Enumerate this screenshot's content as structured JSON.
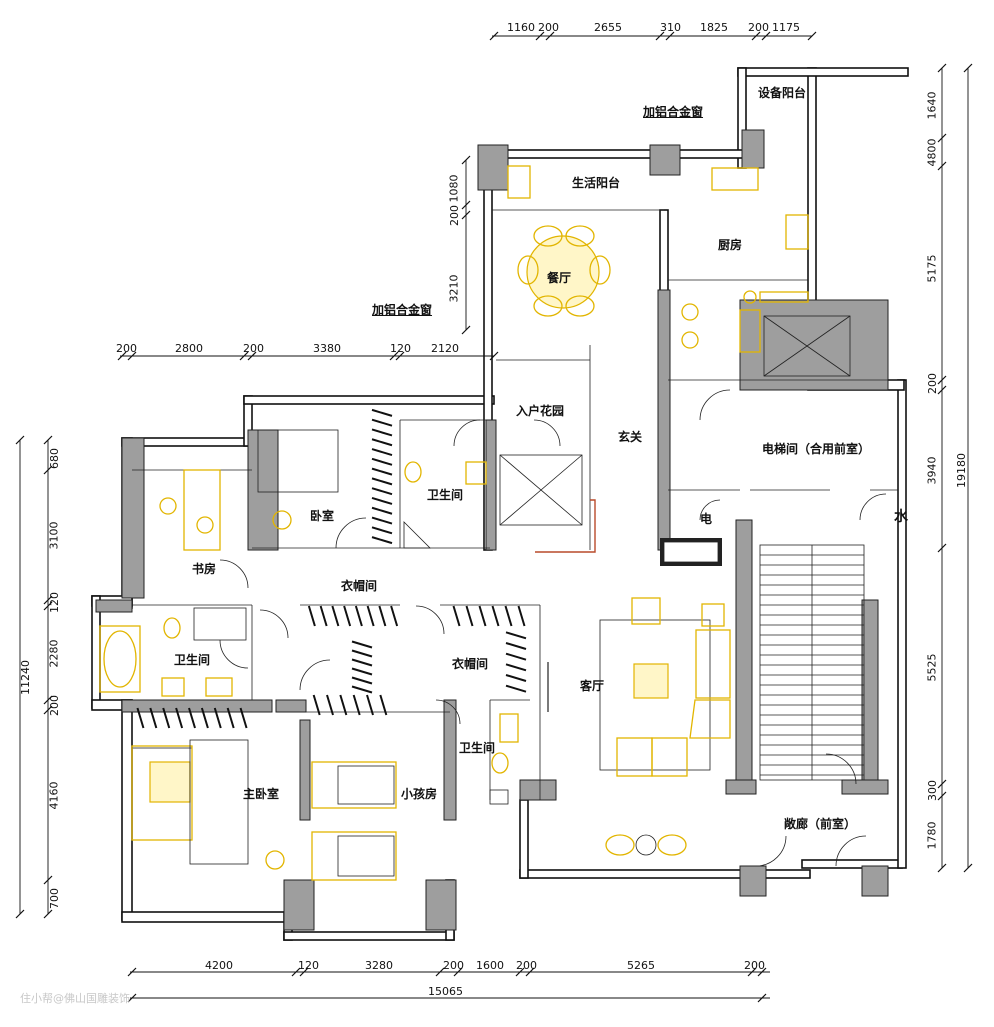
{
  "rooms": {
    "equipment_balcony": "设备阳台",
    "aluminum_window_top": "加铝合金窗",
    "living_balcony": "生活阳台",
    "kitchen": "厨房",
    "dining": "餐厅",
    "aluminum_window_mid": "加铝合金窗",
    "entry_garden": "入户花园",
    "foyer": "玄关",
    "elevator_hall": "电梯间（合用前室）",
    "bedroom": "卧室",
    "bathroom_center": "卫生间",
    "study": "书房",
    "wardrobe_main": "衣帽间",
    "bathroom_left": "卫生间",
    "wardrobe_right": "衣帽间",
    "living_room": "客厅",
    "bathroom_right": "卫生间",
    "master_bedroom": "主卧室",
    "kids_room": "小孩房",
    "open_corridor": "敞廊（前室）",
    "electric": "电",
    "water": "水"
  },
  "dims_top": [
    "1160",
    "200",
    "2655",
    "310",
    "1825",
    "200",
    "1175"
  ],
  "dims_mid": [
    "200",
    "2800",
    "200",
    "3380",
    "120",
    "2120"
  ],
  "dims_bottom": [
    "4200",
    "120",
    "3280",
    "200",
    "1600",
    "200",
    "5265",
    "200"
  ],
  "dim_total_bottom": "15065",
  "dims_left": [
    "680",
    "3100",
    "120",
    "2280",
    "200",
    "4160",
    "700"
  ],
  "dim_total_left": "11240",
  "dims_right": [
    "1640",
    "4800",
    "5175",
    "200",
    "3940",
    "5525",
    "300",
    "1780"
  ],
  "dim_total_right": "19180",
  "dims_kitchen_left": [
    "1080",
    "200",
    "3210"
  ],
  "watermark": "住小帮@佛山国雕装饰"
}
